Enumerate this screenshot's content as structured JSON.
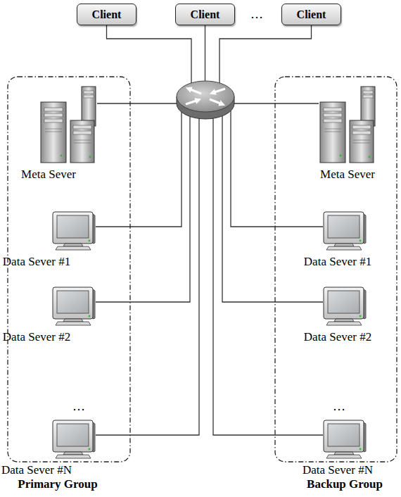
{
  "diagram": {
    "nodes": [
      {
        "text": [
          "Client"
        ]
      },
      {
        "text": [
          "Client"
        ]
      },
      {
        "text": [
          "Client"
        ]
      },
      {
        "text": []
      },
      {
        "text": [
          "Primary Group"
        ]
      },
      {
        "text": [
          "Meta Sever"
        ],
        "in": 4
      },
      {
        "text": [
          "Data Sever #1"
        ],
        "in": 4
      },
      {
        "text": [
          "Data Sever #2"
        ],
        "in": 4
      },
      {
        "text": [
          "Data Sever #N"
        ],
        "in": 4
      },
      {
        "text": [
          "Backup Group"
        ]
      },
      {
        "text": [
          "Meta Sever"
        ],
        "in": 9
      },
      {
        "text": [
          "Data Sever #1"
        ],
        "in": 9
      },
      {
        "text": [
          "Data Sever #2"
        ],
        "in": 9
      },
      {
        "text": [
          "Data Sever #N"
        ],
        "in": 9
      }
    ],
    "edges": [
      {
        "from": 0,
        "to": 3,
        "arrow": "none"
      },
      {
        "from": 1,
        "to": 3,
        "arrow": "none"
      },
      {
        "from": 2,
        "to": 3,
        "arrow": "none"
      },
      {
        "from": 3,
        "to": 5,
        "arrow": "none"
      },
      {
        "from": 3,
        "to": 6,
        "arrow": "none"
      },
      {
        "from": 3,
        "to": 7,
        "arrow": "none"
      },
      {
        "from": 3,
        "to": 8,
        "arrow": "none"
      },
      {
        "from": 3,
        "to": 10,
        "arrow": "none"
      },
      {
        "from": 3,
        "to": 11,
        "arrow": "none"
      },
      {
        "from": 3,
        "to": 12,
        "arrow": "none"
      },
      {
        "from": 3,
        "to": 13,
        "arrow": "none"
      }
    ],
    "labels": [
      "…",
      "…",
      "…"
    ]
  }
}
